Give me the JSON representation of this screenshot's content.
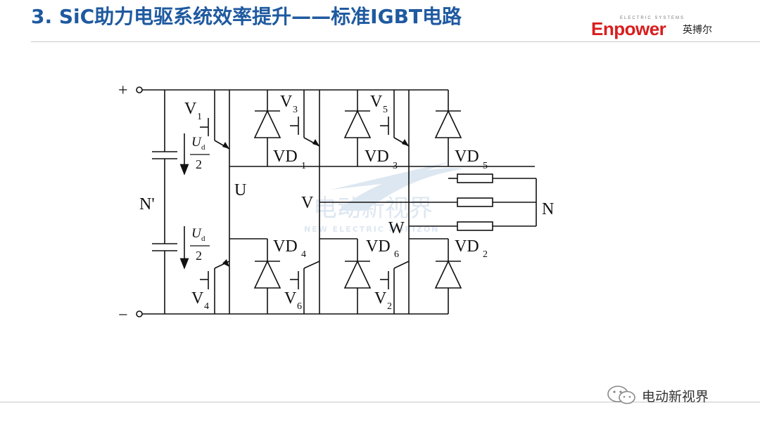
{
  "slide": {
    "title": "3. SiC助力电驱系统效率提升——标准IGBT电路"
  },
  "logo": {
    "brand": "Enpower",
    "tagline": "ELECTRIC SYSTEMS",
    "chinese": "英搏尔"
  },
  "watermark": {
    "chinese": "电动新视界",
    "english": "NEW ELECTRIC HORIZON"
  },
  "circuit": {
    "terminal_plus": "+",
    "terminal_minus": "−",
    "neutral_dc": "N'",
    "neutral_load": "N",
    "voltage_half": {
      "symbol": "U",
      "sub": "d",
      "den": "2"
    },
    "phases": {
      "u": "U",
      "v": "V",
      "w": "W"
    },
    "switches": [
      {
        "base": "V",
        "sub": "1"
      },
      {
        "base": "V",
        "sub": "3"
      },
      {
        "base": "V",
        "sub": "5"
      },
      {
        "base": "V",
        "sub": "4"
      },
      {
        "base": "V",
        "sub": "6"
      },
      {
        "base": "V",
        "sub": "2"
      }
    ],
    "diodes": [
      {
        "base": "VD",
        "sub": "1"
      },
      {
        "base": "VD",
        "sub": "3"
      },
      {
        "base": "VD",
        "sub": "5"
      },
      {
        "base": "VD",
        "sub": "4"
      },
      {
        "base": "VD",
        "sub": "6"
      },
      {
        "base": "VD",
        "sub": "2"
      }
    ]
  },
  "footer": {
    "account": "电动新视界"
  }
}
